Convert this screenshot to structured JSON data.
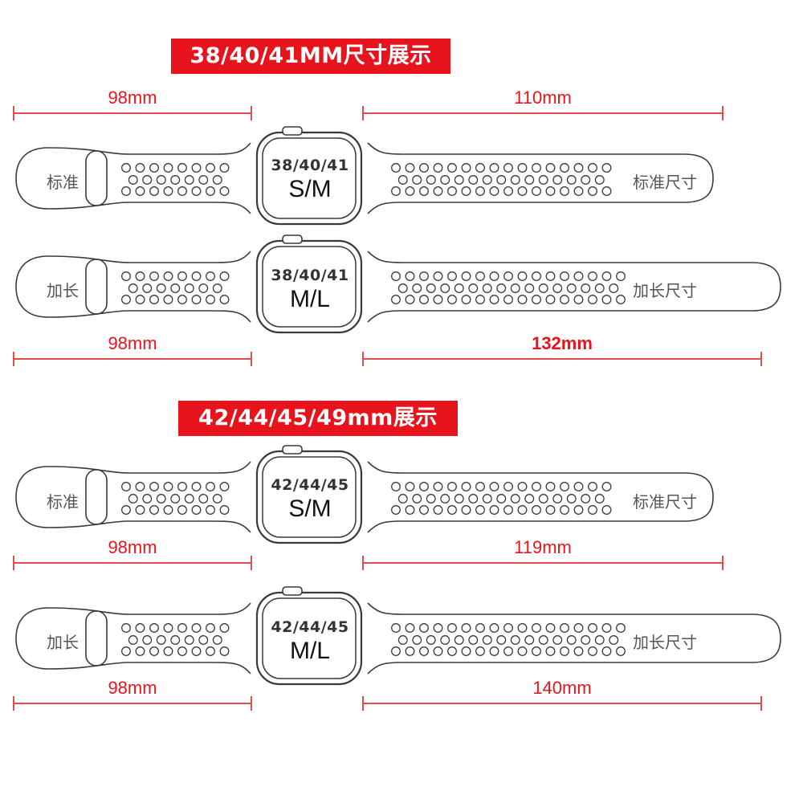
{
  "groups": [
    {
      "title": "38/40/41MM尺寸展示",
      "bands": [
        {
          "watch_size": "38/40/41",
          "fit": "S/M",
          "left_label": "标准",
          "right_label": "标准尺寸",
          "left_length": "98mm",
          "right_length": "110mm"
        },
        {
          "watch_size": "38/40/41",
          "fit": "M/L",
          "left_label": "加长",
          "right_label": "加长尺寸",
          "left_length": "98mm",
          "right_length": "132mm"
        }
      ]
    },
    {
      "title": "42/44/45/49mm展示",
      "bands": [
        {
          "watch_size": "42/44/45",
          "fit": "S/M",
          "left_label": "标准",
          "right_label": "标准尺寸",
          "left_length": "98mm",
          "right_length": "119mm"
        },
        {
          "watch_size": "42/44/45",
          "fit": "M/L",
          "left_label": "加长",
          "right_label": "加长尺寸",
          "left_length": "98mm",
          "right_length": "140mm"
        }
      ]
    }
  ],
  "colors": {
    "banner": "#e8141d",
    "dimension": "#e64b4b",
    "outline": "#3a3a3a"
  }
}
